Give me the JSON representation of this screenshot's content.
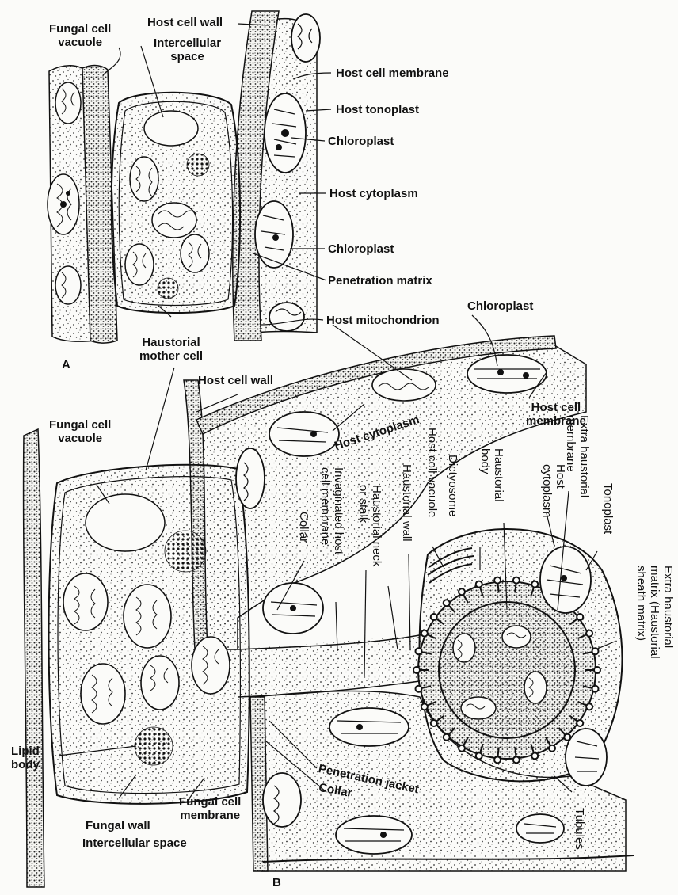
{
  "figure": {
    "panel_a_letter": "A",
    "panel_b_letter": "B",
    "labels": {
      "fungal_cell_vacuole_a_1": "Fungal cell",
      "fungal_cell_vacuole_a_2": "vacuole",
      "host_cell_wall_a": "Host cell wall",
      "intercellular_space_a_1": "Intercellular",
      "intercellular_space_a_2": "space",
      "host_cell_membrane_a": "Host cell membrane",
      "host_tonoplast_a": "Host tonoplast",
      "chloroplast_a1": "Chloroplast",
      "host_cytoplasm_a": "Host cytoplasm",
      "chloroplast_a2": "Chloroplast",
      "penetration_matrix_a": "Penetration matrix",
      "chloroplast_b_top": "Chloroplast",
      "host_mitochondrion_b": "Host mitochondrion",
      "haustorial_mother_cell_1": "Haustorial",
      "haustorial_mother_cell_2": "mother cell",
      "host_cell_wall_b": "Host cell wall",
      "host_cell_membrane_b_1": "Host cell",
      "host_cell_membrane_b_2": "membrane",
      "host_cytoplasm_b": "Host cytoplasm",
      "fungal_cell_vacuole_b_1": "Fungal cell",
      "fungal_cell_vacuole_b_2": "vacuole",
      "collar_top": "Collar",
      "invaginated_1": "Invaginated host",
      "invaginated_2": "cell membrane",
      "neck_1": "Haustorial neck",
      "neck_2": "or stalk",
      "haustorial_wall": "Haustorial wall",
      "host_cell_vacuole": "Host cell vacuole",
      "dictyosome": "Dictyosome",
      "haustorial_body_1": "Haustorial",
      "haustorial_body_2": "body",
      "host_cytoplasm_v_1": "Host",
      "host_cytoplasm_v_2": "cytoplasm",
      "extra_membrane_1": "Extra haustorial",
      "extra_membrane_2": "membrane",
      "tonoplast": "Tonoplast",
      "matrix_1": "Extra haustorial",
      "matrix_2": "matrix (Haustorial",
      "matrix_3": "sheath matrix)",
      "lipid_body_1": "Lipid",
      "lipid_body_2": "body",
      "fungal_wall": "Fungal wall",
      "fungal_cell_membrane_1": "Fungal cell",
      "fungal_cell_membrane_2": "membrane",
      "intercellular_space_b": "Intercellular space",
      "penetration_jacket": "Penetration jacket",
      "collar_bottom": "Collar",
      "tubules": "Tubules"
    }
  }
}
